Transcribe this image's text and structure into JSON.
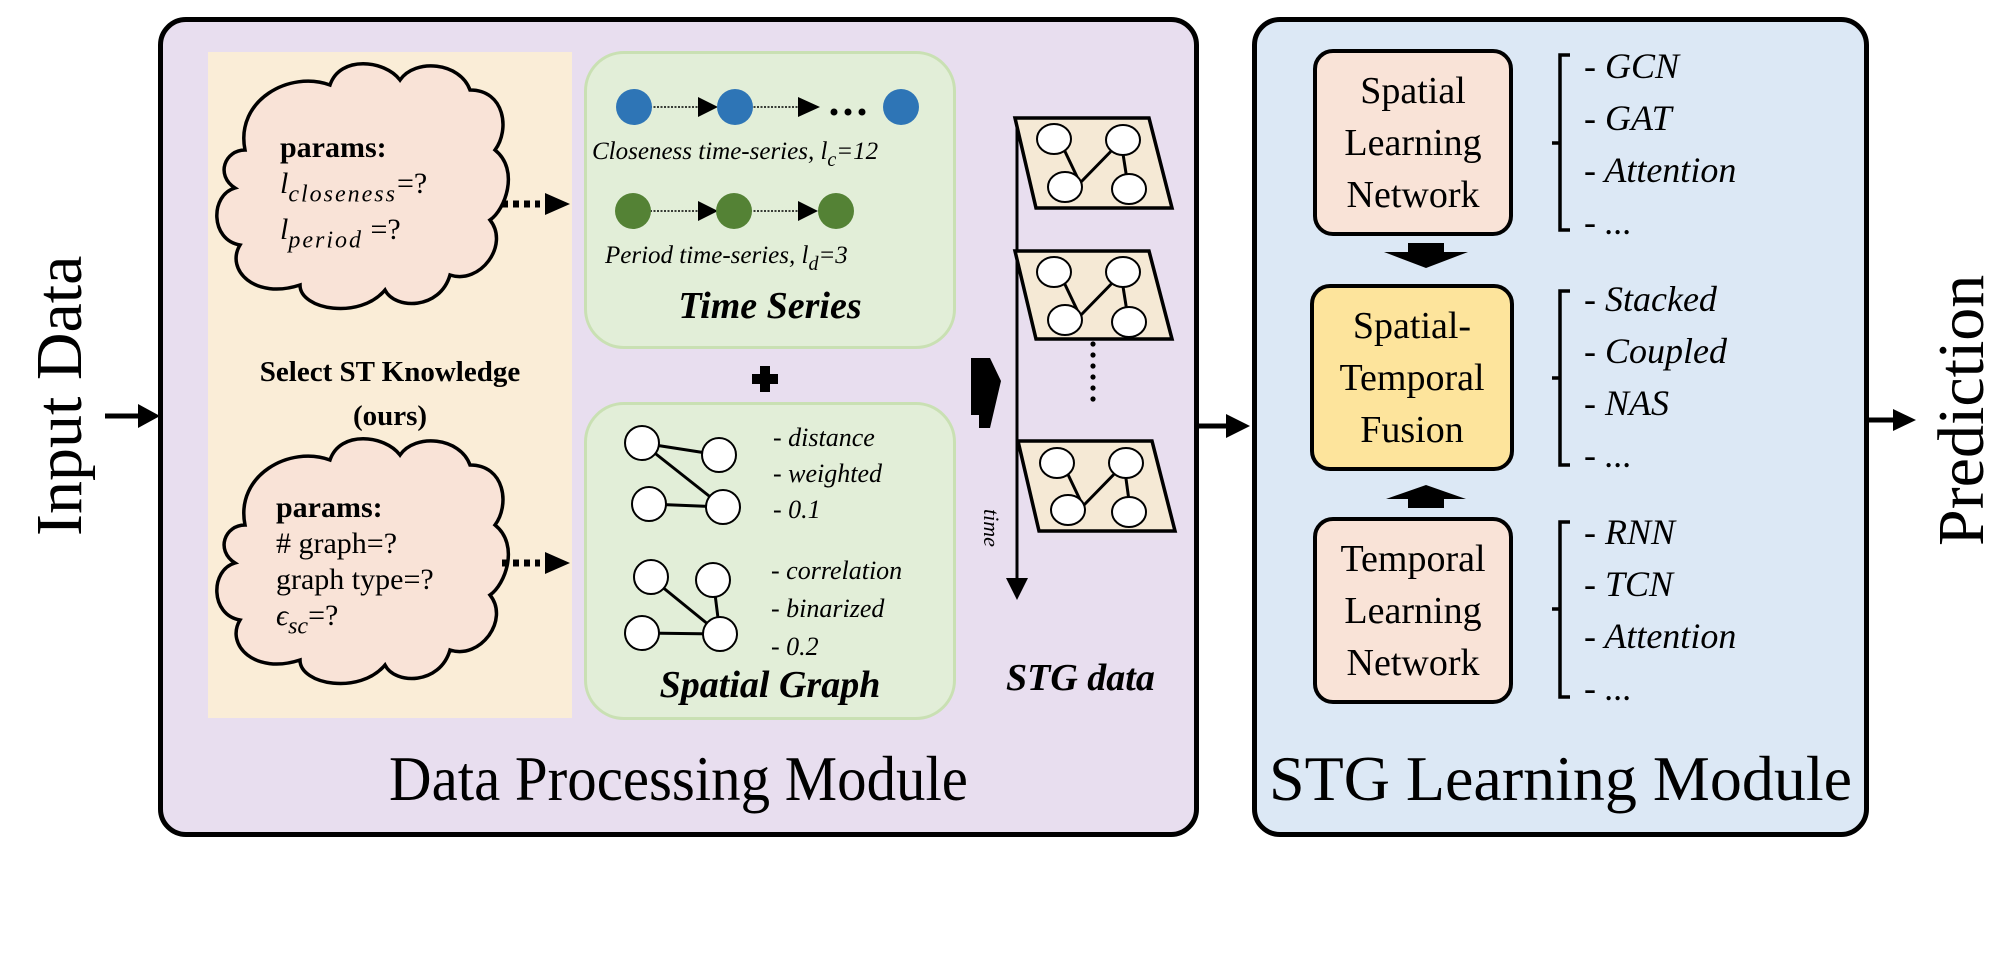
{
  "left_label": "Input Data",
  "right_label": "Prediction",
  "data_processing_module": {
    "title": "Data Processing Module",
    "select_knowledge": {
      "label_line1": "Select ST Knowledge",
      "label_line2": "(ours)",
      "cloud_top": {
        "header": "params:",
        "lines": [
          {
            "base": "l",
            "sub": "closeness",
            "suffix": "=?"
          },
          {
            "base": "l",
            "sub": "period",
            "suffix": " =?"
          }
        ]
      },
      "cloud_bottom": {
        "header": "params:",
        "lines": [
          {
            "text": "# graph=?"
          },
          {
            "text": "graph type=?"
          },
          {
            "base": "ϵ",
            "sub": "sc",
            "suffix": "=?"
          }
        ]
      }
    },
    "time_series": {
      "title": "Time Series",
      "closeness": {
        "text": "Closeness time-series, ",
        "var": "l",
        "sub": "c",
        "value": "=12",
        "color": "#2e75b6"
      },
      "period": {
        "text": "Period time-series, ",
        "var": "l",
        "sub": "d",
        "value": "=3",
        "color": "#548235"
      },
      "ellipsis": "…"
    },
    "plus_sign": "+",
    "spatial_graph": {
      "title": "Spatial Graph",
      "graph1_items": [
        "- distance",
        "- weighted",
        "- 0.1"
      ],
      "graph2_items": [
        "- correlation",
        "- binarized",
        "- 0.2"
      ]
    },
    "stg_data": {
      "title": "STG data",
      "time_axis_label": "time",
      "vertical_ellipsis": "⋮"
    }
  },
  "stg_learning_module": {
    "title": "STG Learning Module",
    "spatial_network": {
      "lines": [
        "Spatial",
        "Learning",
        "Network"
      ],
      "options": [
        "- GCN",
        "- GAT",
        "- Attention",
        "- ..."
      ]
    },
    "fusion": {
      "lines": [
        "Spatial-",
        "Temporal",
        "Fusion"
      ],
      "options": [
        "- Stacked",
        "- Coupled",
        "- NAS",
        "- ..."
      ]
    },
    "temporal_network": {
      "lines": [
        "Temporal",
        "Learning",
        "Network"
      ],
      "options": [
        "- RNN",
        "- TCN",
        "- Attention",
        "- ..."
      ]
    }
  },
  "colors": {
    "data_module_bg": "#e8deef",
    "learning_module_bg": "#dce8f5",
    "knowledge_bg": "#faedd7",
    "cloud_fill": "#f9e3d7",
    "green_box_bg": "#e2eed8",
    "fusion_fill": "#fde49c",
    "closeness_node": "#2e75b6",
    "period_node": "#548235",
    "graph_plane": "#f5e9d5"
  }
}
